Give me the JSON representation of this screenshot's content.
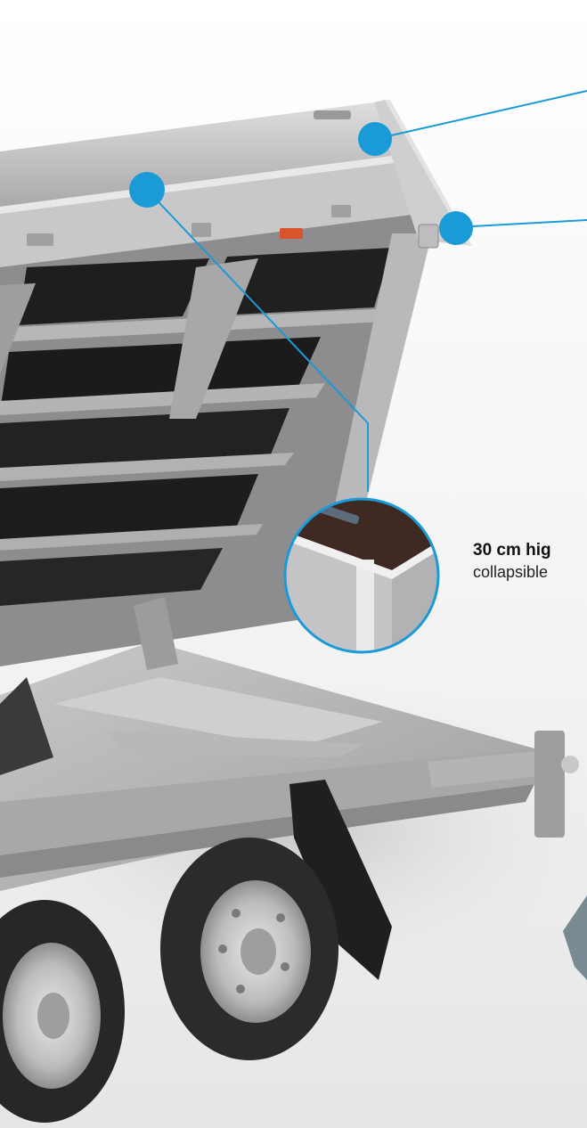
{
  "feature_caption": {
    "title": "30 cm hig",
    "text": "collapsible"
  },
  "colors": {
    "accent": "#1a9ad6",
    "background": "#f4f4f4",
    "body_metal": "#bdbdbf",
    "body_dark": "#2a2a2a",
    "tire": "#2b2b2b",
    "rim": "#c8c8c8",
    "reflector": "#d9532c"
  },
  "icons": {
    "hotspot": "blue-dot-icon",
    "detail": "magnified-corner-detail"
  }
}
